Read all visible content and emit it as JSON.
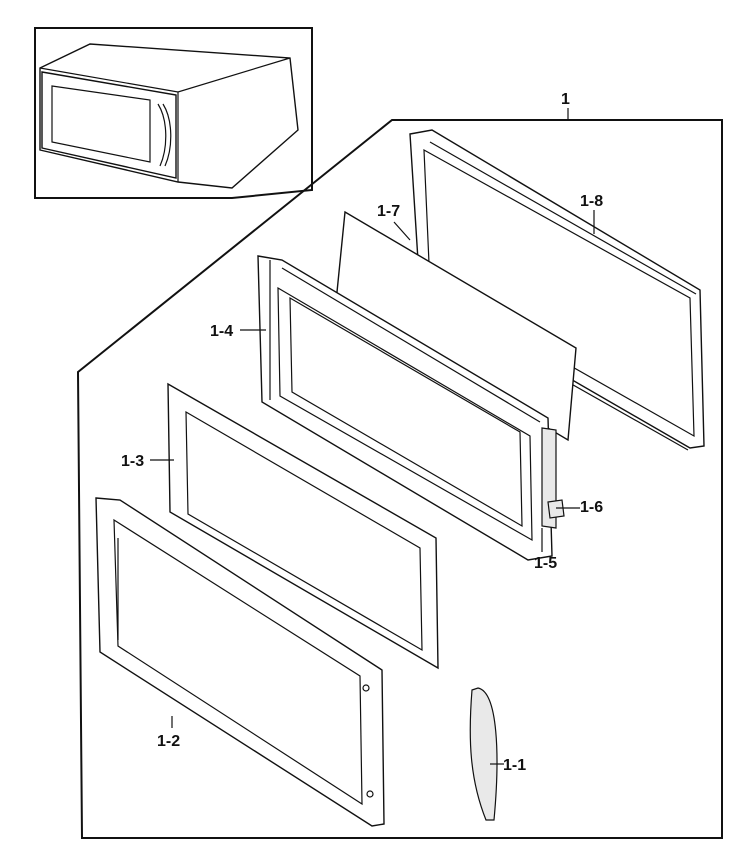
{
  "labels": {
    "assembly": "1",
    "p1_1": "1-1",
    "p1_2": "1-2",
    "p1_3": "1-3",
    "p1_4": "1-4",
    "p1_5": "1-5",
    "p1_6": "1-6",
    "p1_7": "1-7",
    "p1_8": "1-8"
  }
}
